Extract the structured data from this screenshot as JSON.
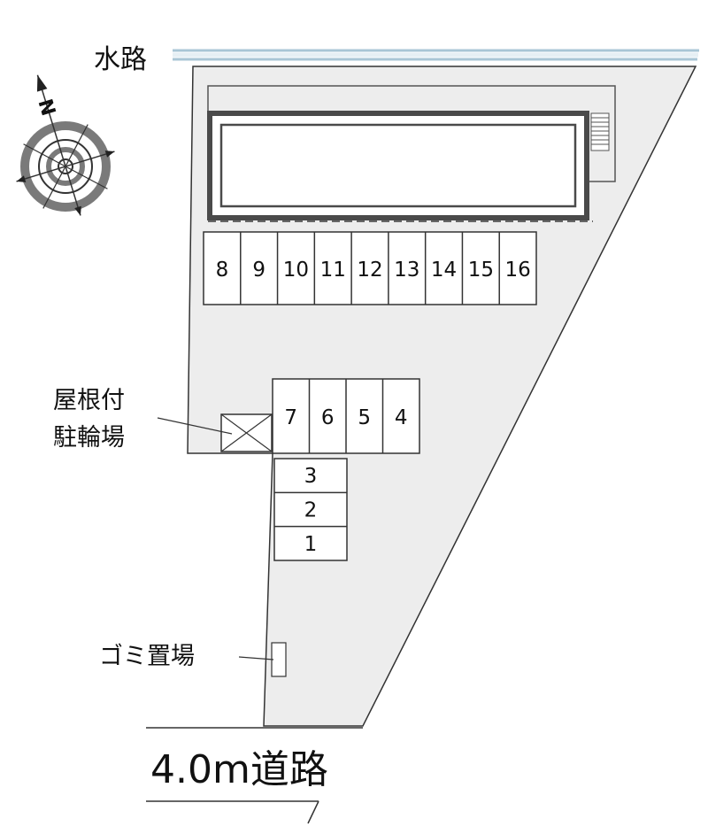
{
  "labels": {
    "waterway": "水路",
    "bike_parking_line1": "屋根付",
    "bike_parking_line2": "駐輪場",
    "garbage": "ゴミ置場",
    "road": "4.0m道路",
    "north": "N"
  },
  "parking": {
    "top_row": [
      "8",
      "9",
      "10",
      "11",
      "12",
      "13",
      "14",
      "15",
      "16"
    ],
    "middle_row": [
      "7",
      "6",
      "5",
      "4"
    ],
    "left_column": [
      "3",
      "2",
      "1"
    ]
  },
  "colors": {
    "lot_fill": "#ededed",
    "outline": "#333333",
    "building_border": "#4a4a4a",
    "waterway": "#a9c6d6",
    "compass_ring": "#7a7a7a"
  }
}
